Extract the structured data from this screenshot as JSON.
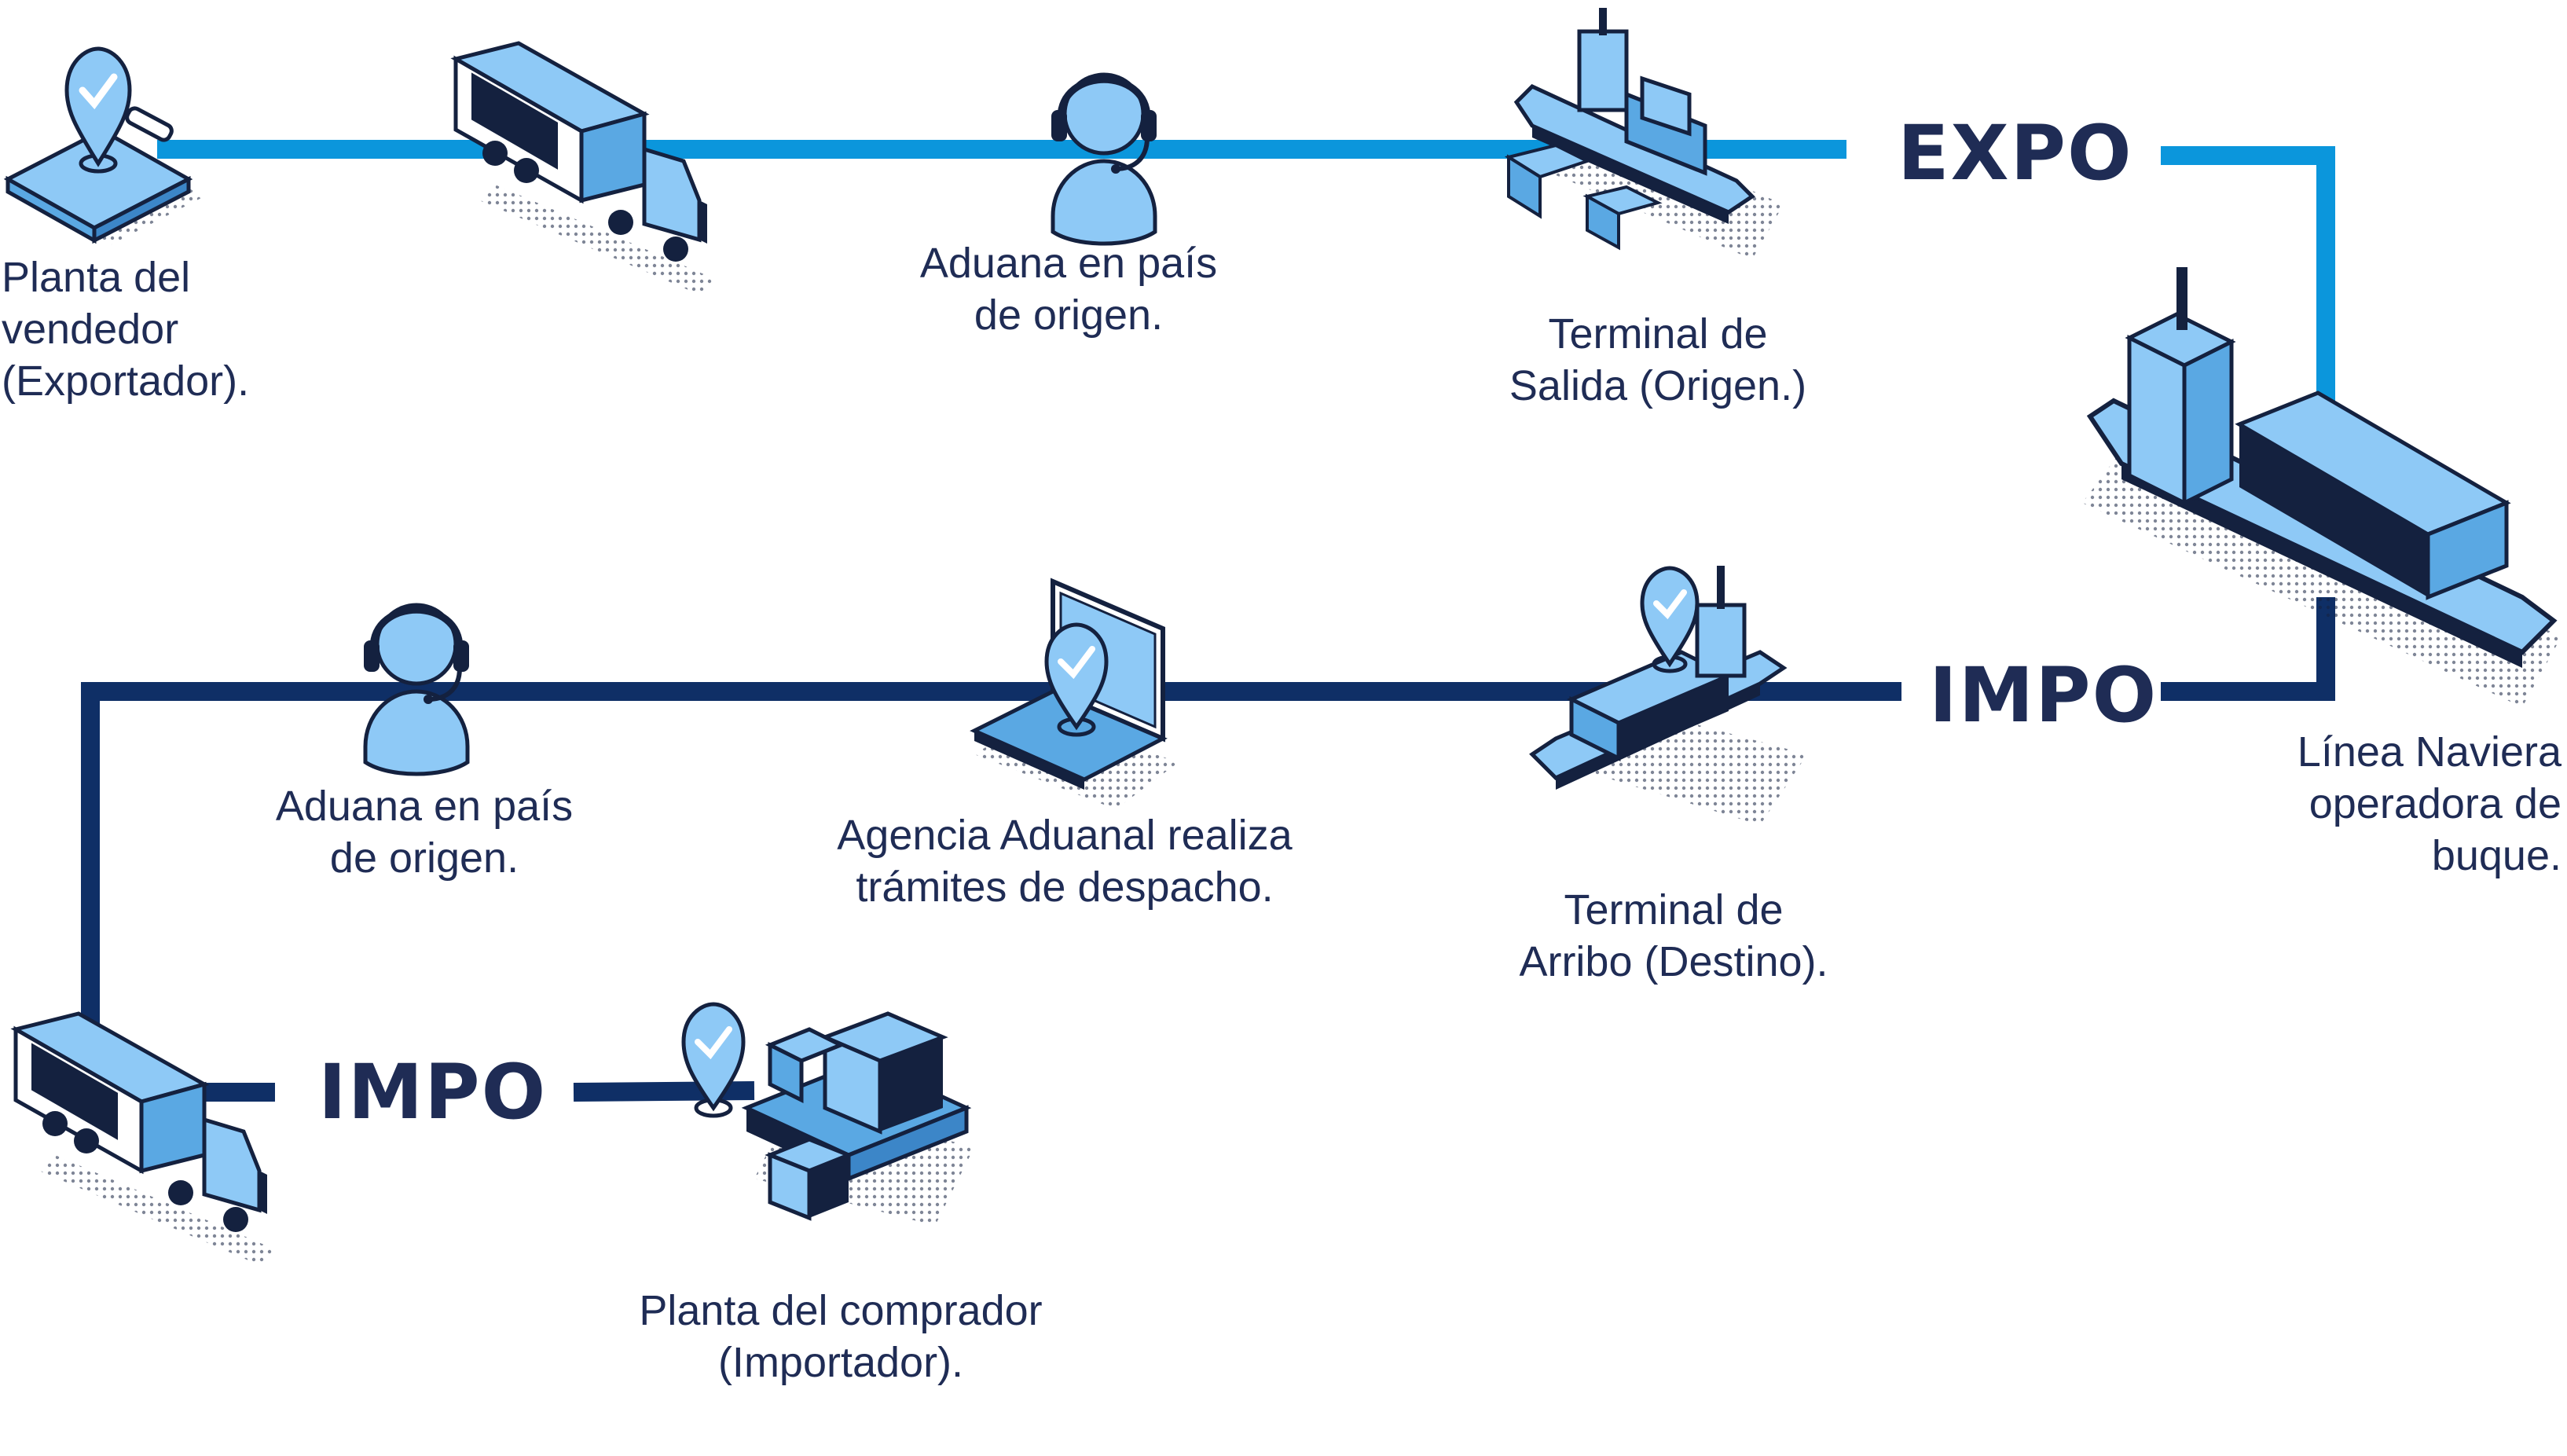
{
  "colors": {
    "light_route": "#0b96dc",
    "dark_route": "#0f2f66",
    "icon_fill": "#8ec9f6",
    "icon_outline": "#14213f",
    "text": "#1f2c55"
  },
  "badges": {
    "expo": "EXPO",
    "impo_top": "IMPO",
    "impo_bottom": "IMPO"
  },
  "nodes": {
    "seller_plant": {
      "icon": "location-map-icon",
      "label": "Planta del\nvendedor\n(Exportador)."
    },
    "export_truck": {
      "icon": "truck-icon"
    },
    "origin_customs": {
      "icon": "customs-agent-headset-icon",
      "label": "Aduana en país\nde origen."
    },
    "departure_terminal": {
      "icon": "container-ship-icon",
      "label": "Terminal de\nSalida (Origen.)"
    },
    "shipping_line": {
      "icon": "cargo-ship-icon",
      "label": "Línea Naviera\noperadora de\nbuque."
    },
    "arrival_terminal": {
      "icon": "ship-location-icon",
      "label": "Terminal de\nArribo (Destino)."
    },
    "customs_broker": {
      "icon": "laptop-location-icon",
      "label": "Agencia Aduanal realiza\ntrámites de despacho."
    },
    "destination_customs": {
      "icon": "customs-agent-headset-icon",
      "label": "Aduana en país\nde origen."
    },
    "import_truck": {
      "icon": "truck-icon"
    },
    "buyer_plant": {
      "icon": "warehouse-boxes-location-icon",
      "label": "Planta del comprador\n(Importador)."
    }
  }
}
